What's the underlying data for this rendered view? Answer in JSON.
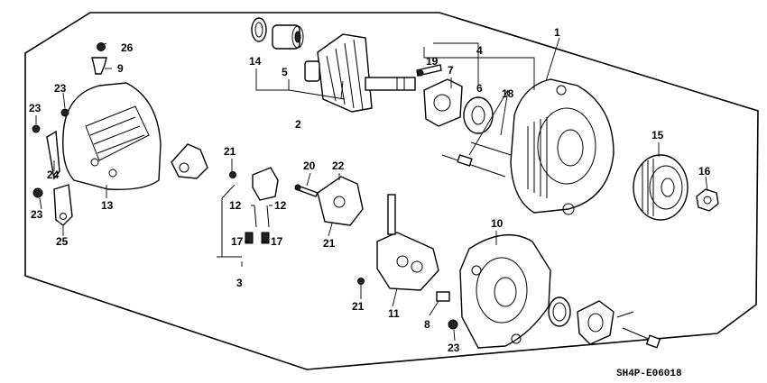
{
  "diagram": {
    "reference_code": "SH4P-E06018",
    "callouts": {
      "c1": "1",
      "c2": "2",
      "c3": "3",
      "c4": "4",
      "c5": "5",
      "c6": "6",
      "c7": "7",
      "c8": "8",
      "c9": "9",
      "c10": "10",
      "c11": "11",
      "c12a": "12",
      "c12b": "12",
      "c13": "13",
      "c14": "14",
      "c15": "15",
      "c16": "16",
      "c17a": "17",
      "c17b": "17",
      "c18": "18",
      "c19": "19",
      "c20": "20",
      "c21a": "21",
      "c21b": "21",
      "c21c": "21",
      "c22": "22",
      "c23a": "23",
      "c23b": "23",
      "c23c": "23",
      "c23d": "23",
      "c24": "24",
      "c25": "25",
      "c26": "26"
    }
  }
}
